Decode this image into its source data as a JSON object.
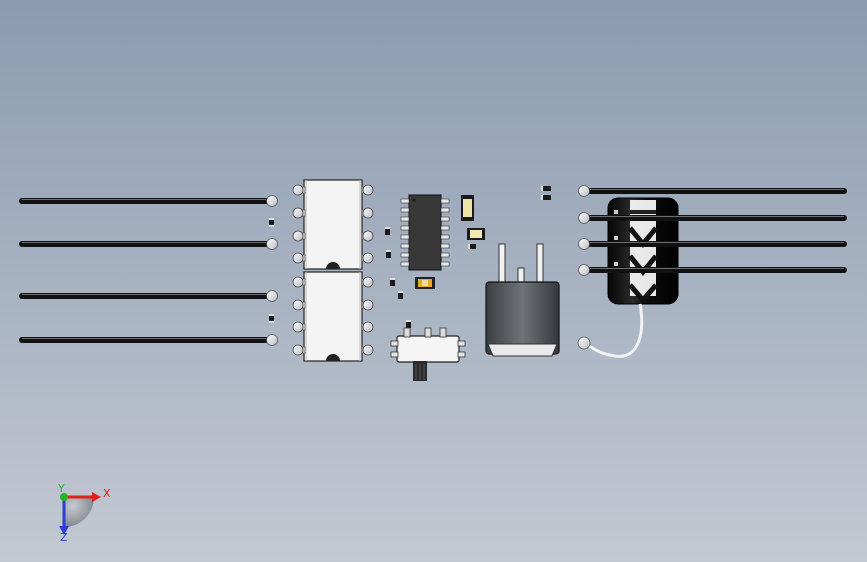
{
  "viewport": {
    "background_top": "#8b9bb0",
    "background_bottom": "#c3c9d2"
  },
  "triad": {
    "x_label": "X",
    "y_label": "Y",
    "z_label": "Z",
    "x_color": "#e0201c",
    "y_color": "#1fb81f",
    "z_color": "#2b3fd6"
  },
  "components": {
    "left_leads": 4,
    "dip_chips": 2,
    "dip_pins_per_side": 4,
    "soic_pins_per_side": 8,
    "right_leads": 4
  }
}
